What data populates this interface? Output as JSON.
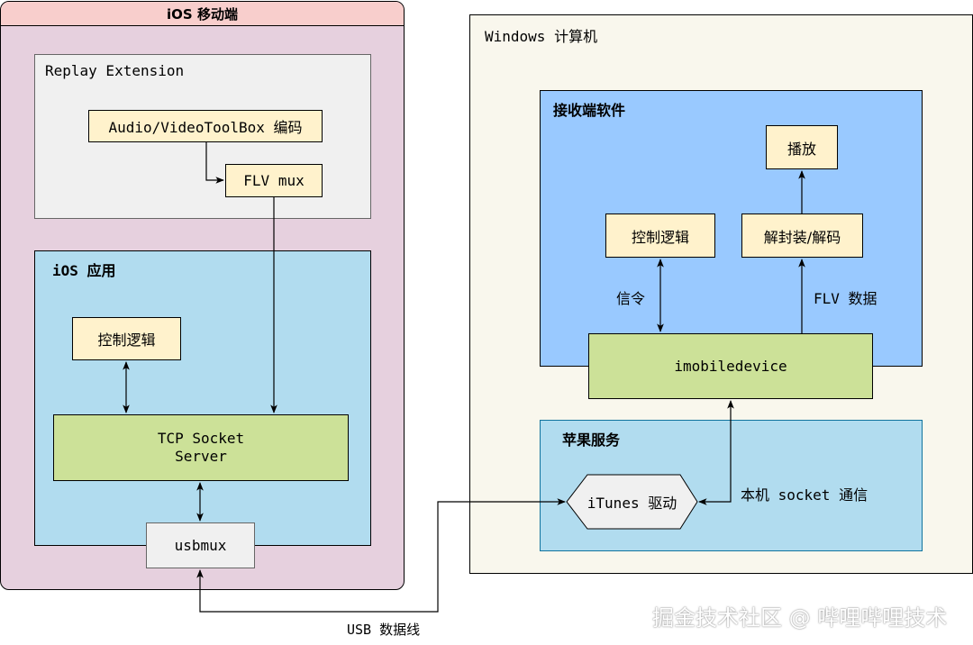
{
  "ios_mobile": {
    "title": "iOS 移动端",
    "replay_extension": {
      "title": "Replay Extension",
      "encoder": "Audio/VideoToolBox 编码",
      "flv_mux": "FLV mux"
    },
    "ios_app": {
      "title": "iOS 应用",
      "control_logic": "控制逻辑",
      "tcp_socket_server_line1": "TCP Socket",
      "tcp_socket_server_line2": "Server"
    },
    "usbmux": "usbmux"
  },
  "windows_pc": {
    "title": "Windows 计算机",
    "receiver_software": {
      "title": "接收端软件",
      "playback": "播放",
      "control_logic": "控制逻辑",
      "demux_decode": "解封装/解码",
      "signaling_label": "信令",
      "flv_data_label": "FLV 数据",
      "imobiledevice": "imobiledevice"
    },
    "apple_services": {
      "title": "苹果服务",
      "itunes_driver": "iTunes 驱动",
      "local_socket_label": "本机 socket 通信"
    }
  },
  "usb_cable_label": "USB 数据线",
  "watermark": "掘金技术社区 @ 哔哩哔哩技术",
  "colors": {
    "ios_outer_fill": "#e6d0de",
    "ios_header_fill": "#f8cecc",
    "replay_fill": "#f0f0f0",
    "ios_app_fill": "#b1dcef",
    "yellow_box_fill": "#fff2cc",
    "green_box_fill": "#cce198",
    "windows_fill": "#f9f7ed",
    "receiver_fill": "#99c9ff",
    "apple_fill": "#b1dcef"
  }
}
